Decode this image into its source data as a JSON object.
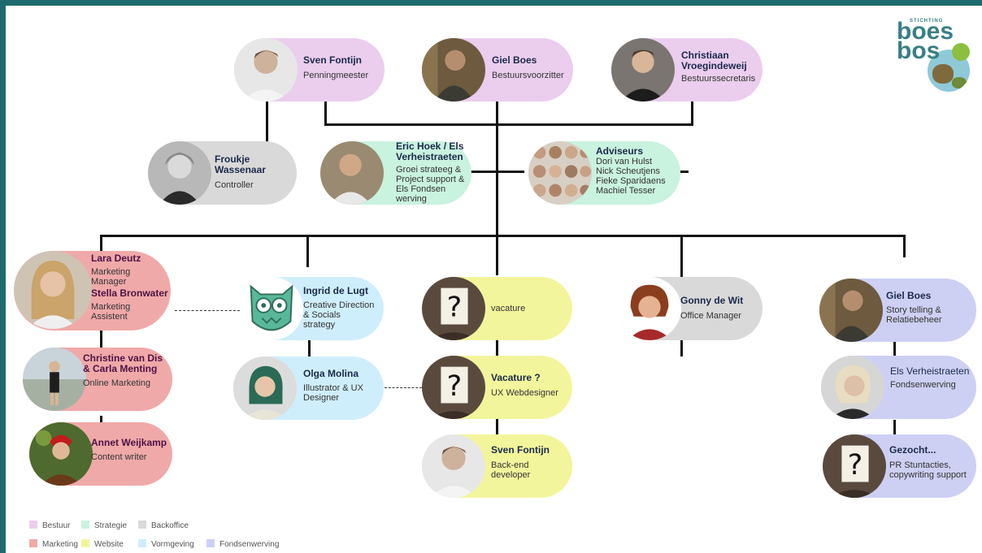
{
  "logo": {
    "top": "STICHTING",
    "line1": "boes",
    "line2": "bos"
  },
  "people": {
    "sven_top": {
      "name": "Sven Fontijn",
      "role": "Penningmeester"
    },
    "giel_top": {
      "name": "Giel Boes",
      "role": "Bestuursvoorzitter"
    },
    "christiaan": {
      "name": "Christiaan Vroegindeweij",
      "role": "Bestuurssecretaris"
    },
    "froukje": {
      "name": "Froukje Wassenaar",
      "role": "Controller"
    },
    "eric": {
      "name": "Eric Hoek / Els Verheistraeten",
      "role": "Groei strateeg & Project support & Els Fondsen werving"
    },
    "adviseurs": {
      "name": "Adviseurs",
      "members": [
        "Dori van Hulst",
        "Nick Scheutjens",
        "Fieke Sparidaens",
        "Machiel Tesser"
      ]
    },
    "lara": {
      "name": "Lara Deutz",
      "role": "Marketing Manager",
      "name2": "Stella Bronwater",
      "role2": "Marketing Assistent"
    },
    "christine": {
      "name": "Christine van Dis & Carla Menting",
      "role": "Online Marketing"
    },
    "annet": {
      "name": "Annet Weijkamp",
      "role": "Content writer"
    },
    "ingrid": {
      "name": "Ingrid de Lugt",
      "role": "Creative Direction & Socials strategy"
    },
    "olga": {
      "name": "Olga Molina",
      "role": "Illustrator & UX Designer"
    },
    "vacature1": {
      "role": "vacature"
    },
    "vacature2": {
      "name": "Vacature ?",
      "role": "UX Webdesigner"
    },
    "sven_bottom": {
      "name": "Sven Fontijn",
      "role": "Back-end developer"
    },
    "gonny": {
      "name": "Gonny de Wit",
      "role": "Office Manager"
    },
    "giel_bottom": {
      "name": "Giel Boes",
      "role": "Story telling & Relatiebeheer"
    },
    "els": {
      "name": "Els Verheistraeten",
      "role": "Fondsenwerving"
    },
    "gezocht": {
      "name": "Gezocht...",
      "role": "PR Stuntacties, copywriting support"
    }
  },
  "legend": [
    {
      "label": "Bestuur",
      "color": "#ebcdee"
    },
    {
      "label": "Strategie",
      "color": "#c9f2df"
    },
    {
      "label": "Backoffice",
      "color": "#d9d9d9"
    },
    {
      "label": "Marketing",
      "color": "#f0a9a9"
    },
    {
      "label": "Website",
      "color": "#f3f59c"
    },
    {
      "label": "Vormgeving",
      "color": "#cfeefb"
    },
    {
      "label": "Fondsenwerving",
      "color": "#cdd0f3"
    }
  ],
  "colors": {
    "bestuur": "#ebcdee",
    "strategie": "#c9f2df",
    "backoffice": "#d9d9d9",
    "marketing": "#f0a9a9",
    "website": "#f3f59c",
    "vormgeving": "#cfeefb",
    "fondsenwerving": "#cdd0f3"
  }
}
